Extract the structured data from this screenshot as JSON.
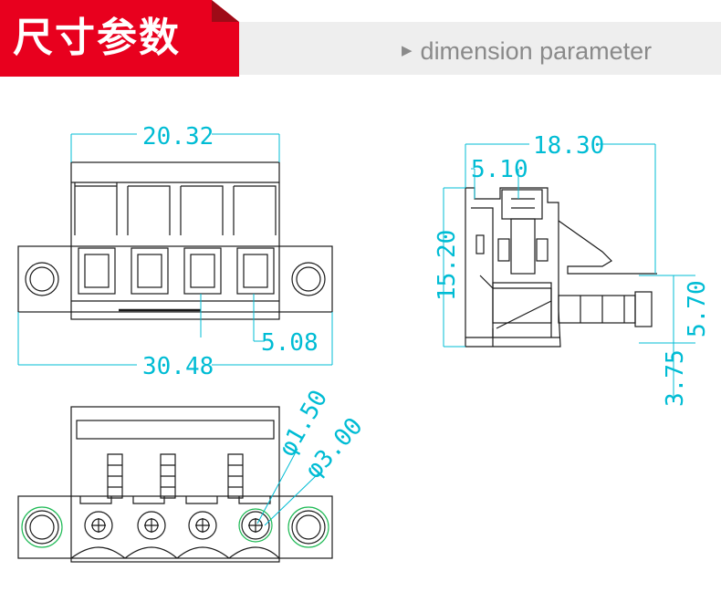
{
  "header": {
    "title": "尺寸参数",
    "subtitle": "dimension parameter",
    "arrow_icon": "triangle-right-icon"
  },
  "dimensions": {
    "front_width": "20.32",
    "flange_width": "30.48",
    "pitch": "5.08",
    "side_depth": "18.30",
    "side_offset": "5.10",
    "side_height": "15.20",
    "pin_height": "5.70",
    "pin_gap": "3.75",
    "hole_diameter": "φ1.50",
    "flange_hole": "φ3.00"
  },
  "colors": {
    "title_bg": "#e8001e",
    "dimension": "#00bcd4",
    "line": "#1a1a1a",
    "hole_highlight": "#1db954"
  }
}
